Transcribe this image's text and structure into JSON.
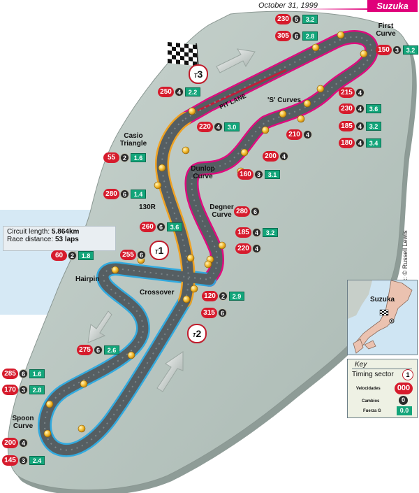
{
  "header": {
    "date": "October 31, 1999",
    "title": "Suzuka"
  },
  "info": {
    "length_label": "Circuit length:",
    "length_value": "5.864km",
    "distance_label": "Race distance:",
    "distance_value": "53 laps"
  },
  "labels": {
    "first_curve": "First Curve",
    "s_curves": "'S' Curves",
    "pit_lane": "PIT LANE",
    "casio": "Casio Triangle",
    "dunlop": "Dunlop Curve",
    "r130": "130R",
    "degner": "Degner Curve",
    "hairpin": "Hairpin",
    "crossover": "Crossover",
    "spoon": "Spoon Curve"
  },
  "timing_sectors": {
    "t1": "1",
    "t2": "2",
    "t3": "3"
  },
  "credit": "Graphic: © Russell Lewis",
  "inset": {
    "label": "Suzuka"
  },
  "key": {
    "title": "Key",
    "timing_sector": "Timing sector",
    "timing_example": "1",
    "speeds": "Velocidades",
    "gears": "Cambios",
    "gforce": "Fuerza G",
    "speed_example": "000",
    "gear_example": "0",
    "gforce_example": "0.0"
  },
  "colors": {
    "land": "#b9c7c1",
    "water": "#d6e9f5",
    "track": "#555e62",
    "sector1": "#e0007a",
    "sector2": "#2aa9e0",
    "sector3": "#f2a01a",
    "speed_badge": "#d61b2c",
    "gear_badge": "#2a2a2a",
    "gforce_badge": "#13a57a"
  },
  "markers": [
    {
      "speed": "230",
      "gear": "5",
      "g": "3.2"
    },
    {
      "speed": "305",
      "gear": "6",
      "g": "2.8"
    },
    {
      "speed": "150",
      "gear": "3",
      "g": "3.2"
    },
    {
      "speed": "250",
      "gear": "4",
      "g": "2.2"
    },
    {
      "speed": "215",
      "gear": "4",
      "g": ""
    },
    {
      "speed": "230",
      "gear": "4",
      "g": "3.6"
    },
    {
      "speed": "220",
      "gear": "4",
      "g": "3.0"
    },
    {
      "speed": "185",
      "gear": "4",
      "g": "3.2"
    },
    {
      "speed": "210",
      "gear": "4",
      "g": ""
    },
    {
      "speed": "180",
      "gear": "4",
      "g": "3.4"
    },
    {
      "speed": "55",
      "gear": "2",
      "g": "1.6"
    },
    {
      "speed": "200",
      "gear": "4",
      "g": ""
    },
    {
      "speed": "160",
      "gear": "3",
      "g": "3.1"
    },
    {
      "speed": "280",
      "gear": "6",
      "g": "1.4"
    },
    {
      "speed": "280",
      "gear": "6",
      "g": ""
    },
    {
      "speed": "260",
      "gear": "6",
      "g": "3.6"
    },
    {
      "speed": "185",
      "gear": "4",
      "g": "3.2"
    },
    {
      "speed": "220",
      "gear": "4",
      "g": ""
    },
    {
      "speed": "60",
      "gear": "2",
      "g": "1.8"
    },
    {
      "speed": "255",
      "gear": "6",
      "g": ""
    },
    {
      "speed": "120",
      "gear": "2",
      "g": "2.9"
    },
    {
      "speed": "315",
      "gear": "6",
      "g": ""
    },
    {
      "speed": "275",
      "gear": "6",
      "g": "2.6"
    },
    {
      "speed": "285",
      "gear": "6",
      "g": "1.6"
    },
    {
      "speed": "170",
      "gear": "3",
      "g": "2.8"
    },
    {
      "speed": "200",
      "gear": "4",
      "g": ""
    },
    {
      "speed": "145",
      "gear": "3",
      "g": "2.4"
    }
  ]
}
